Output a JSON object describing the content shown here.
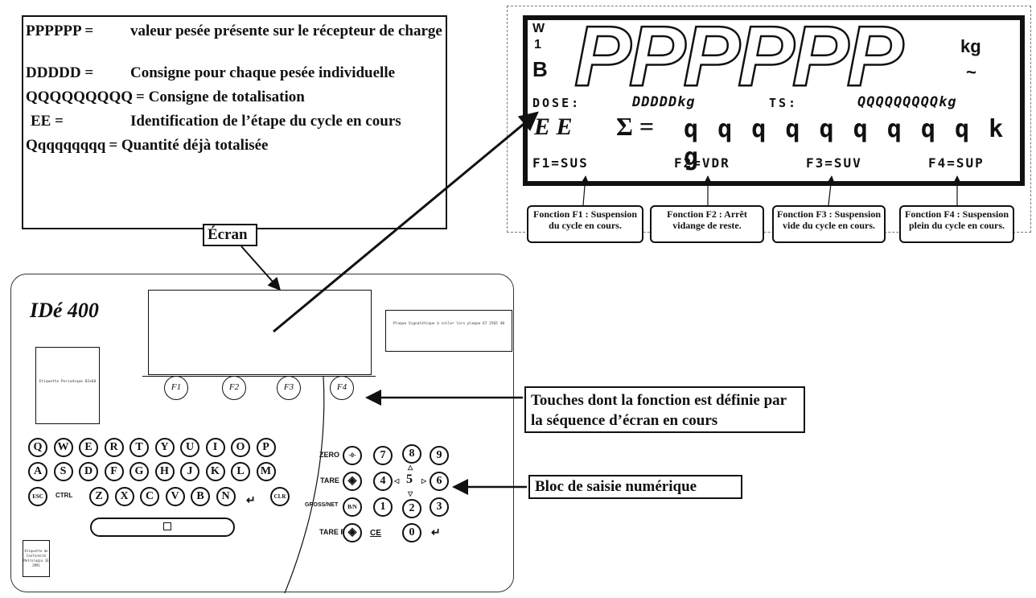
{
  "legend": {
    "rows": [
      {
        "key": "PPPPPP =",
        "value": "valeur pesée présente sur le récepteur de charge"
      },
      {
        "key": "DDDDD =",
        "value": "Consigne pour chaque pesée individuelle"
      },
      {
        "key": "QQQQQQQQQ",
        "value": "= Consigne de totalisation"
      },
      {
        "key": "EE =",
        "value": "Identification de l’étape du cycle en cours"
      },
      {
        "key": "Qqqqqqqqq",
        "value": "= Quantité déjà totalisée"
      }
    ]
  },
  "display": {
    "w_label": "W",
    "one_label": "1",
    "b_label": "B",
    "main_value": "PPPPPP",
    "unit": "kg",
    "stable_mark": "~",
    "dose_label": "DOSE:",
    "dose_value": "DDDDDkg",
    "ts_label": "TS:",
    "ts_value": "QQQQQQQQQkg",
    "ee": "E E",
    "sigma": "Σ =",
    "total_value": "q q q q q q q q q k g",
    "f1": "F1=SUS",
    "f2": "F2=VDR",
    "f3": "F3=SUV",
    "f4": "F4=SUP",
    "functions": [
      "Fonction F1 : Suspension du cycle en cours.",
      "Fonction F2 : Arrêt vidange de reste.",
      "Fonction F3 : Suspension vide du cycle en cours.",
      "Fonction F4 : Suspension plein du cycle en cours."
    ]
  },
  "ecran_label": "Écran",
  "touches_label": "Touches dont la fonction est définie par la séquence d’écran en cours",
  "bloc_label": "Bloc de saisie numérique",
  "device": {
    "brand": "IDé 400",
    "plate_text": "Plaque Signalétique à coller lors plaque 67 2565 40",
    "small_label_left": "Etiquette Periodique 82x68",
    "small_label_bottom": "Etiquette de Conformité Metrologie 1E 2M91",
    "fkeys": [
      "F1",
      "F2",
      "F3",
      "F4"
    ],
    "row1": [
      "Q",
      "W",
      "E",
      "R",
      "T",
      "Y",
      "U",
      "I",
      "O",
      "P"
    ],
    "row2": [
      "A",
      "S",
      "D",
      "F",
      "G",
      "H",
      "J",
      "K",
      "L",
      "M"
    ],
    "row3": [
      "Z",
      "X",
      "C",
      "V",
      "B",
      "N"
    ],
    "esc": "ESC",
    "ctrl": "CTRL",
    "clr": "CLR",
    "zero": "ZERO",
    "tare": "TARE",
    "grossnet": "GROSS/NET",
    "tarep": "TARE P",
    "bn": "B/N",
    "ce": "CE",
    "digits": [
      "7",
      "8",
      "9",
      "4",
      "5",
      "6",
      "1",
      "2",
      "3",
      "0"
    ]
  }
}
